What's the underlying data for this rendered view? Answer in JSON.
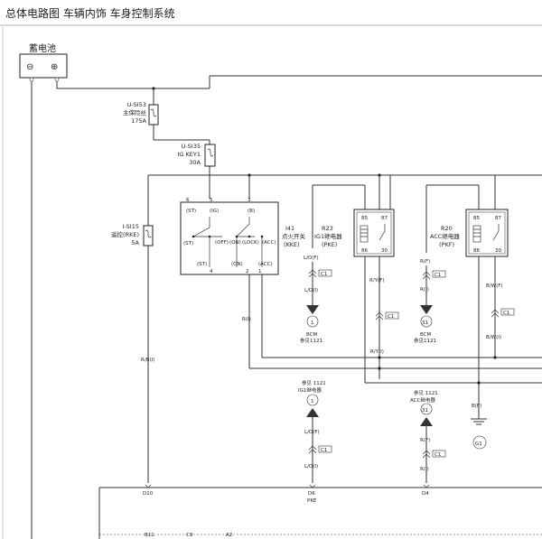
{
  "header": {
    "breadcrumb": "总体电路图 车辆内饰 车身控制系统"
  },
  "battery": {
    "label": "蓄电池",
    "minus": "⊖",
    "plus": "⊕"
  },
  "fuses": {
    "main": {
      "code": "U-SI53",
      "name": "主保险丝",
      "rating": "175A"
    },
    "igkey": {
      "code": "U-SI35",
      "name": "IG KEY1",
      "rating": "30A"
    },
    "rke": {
      "code": "I-SI15",
      "name": "遥控(RKE)",
      "rating": "5A"
    }
  },
  "ignition_switch": {
    "code": "I41",
    "name": "点火开关",
    "id": "(KKE)",
    "pins_top": [
      "6",
      "5",
      "3"
    ],
    "pins_top_names": [
      "(ST)",
      "(IG)",
      "(B)"
    ],
    "positions": [
      "(ST)",
      "(OFF)",
      "(ON)",
      "(LOCK)",
      "(ACC)"
    ],
    "pins_bottom": [
      "4",
      "2",
      "1"
    ],
    "pins_bottom_names": [
      "(ST)",
      "(ON)",
      "(ACC)"
    ]
  },
  "relay_ig1": {
    "code": "R23",
    "name": "IG1继电器",
    "id": "(PKE)",
    "pins": [
      "85",
      "87",
      "86",
      "30"
    ]
  },
  "relay_acc": {
    "code": "R20",
    "name": "ACC继电器",
    "id": "(PKF)",
    "pins": [
      "85",
      "87",
      "86",
      "30"
    ]
  },
  "wire_labels": {
    "lo_f": "L/O(F)",
    "lo_i": "L/O(I)",
    "r_f": "R(F)",
    "r_i": "R(I)",
    "ry_f": "R/Y(F)",
    "ry_i": "R/Y(I)",
    "bw_f": "B/W(F)",
    "bw_i": "B/W(I)",
    "b_f": "B(F)",
    "rb_i": "R/B(I)",
    "r_i_mid": "R(I)"
  },
  "connectors": {
    "c1": "C1"
  },
  "bcm_refs": {
    "bcm1_num": "1",
    "bcm1_name": "BCM",
    "bcm1_ref": "参见1121",
    "bcm31_num": "31",
    "bcm31_name": "BCM",
    "bcm31_ref": "参见1121",
    "ig1_ref": "参见 1121",
    "ig1_name": "IG1继电器",
    "ig1_num": "1",
    "acc_ref": "参见 1121",
    "acc_name": "ACC继电器",
    "acc_num": "31",
    "ground_num": "G1"
  },
  "bottom_module": {
    "pins": [
      "D10",
      "D6",
      "D4"
    ],
    "pke_label": "PKE",
    "lower_pins": [
      "B11",
      "C9",
      "A2"
    ]
  }
}
